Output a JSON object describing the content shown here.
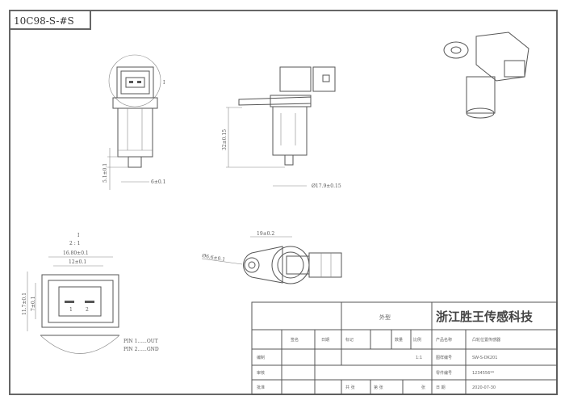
{
  "drawing": {
    "part_label": "10C98-S-#S",
    "dimensions": {
      "front_height": "5.1±0.1",
      "front_pin_width": "6±0.1",
      "side_height": "32±0.15",
      "side_diameter": "Ø17.9±0.15",
      "conn_title": "I",
      "conn_scale": "2 : 1",
      "conn_width_outer": "16.80±0.1",
      "conn_width_inner": "12±0.1",
      "conn_height_outer": "11.7±0.1",
      "conn_height_inner": "7±0.1",
      "top_spacing": "19±0.2",
      "hole_diameter": "Ø6.6±0.1",
      "pin1_num": "1",
      "pin2_num": "2",
      "ref_mark": "I"
    },
    "pins": [
      "PIN 1......OUT",
      "PIN 2......GND"
    ]
  },
  "title_block": {
    "shape_label": "外型",
    "company": "浙江胜王传感科技",
    "row1": [
      "签名",
      "日期",
      "标记",
      "数量",
      "比例",
      "产品名称",
      "凸轮位置传感器"
    ],
    "row2": [
      "编制",
      "1:1",
      "图样编号",
      "SW-S-DK201"
    ],
    "row3": [
      "审核",
      "零件编号",
      "1234556**"
    ],
    "row4": [
      "批准",
      "共  张",
      "第  张",
      "张",
      "日  期",
      "2020-07-30"
    ]
  }
}
